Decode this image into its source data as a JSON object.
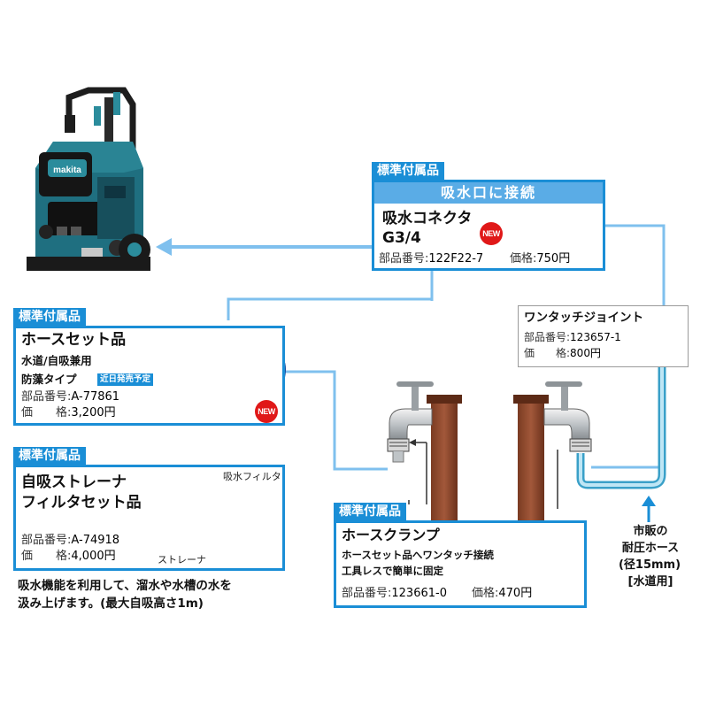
{
  "badges": {
    "standard": "標準付属品"
  },
  "connector": {
    "header": "吸水口に接続",
    "title_line1": "吸水コネクタ",
    "title_line2": "G3/4",
    "new_label": "NEW",
    "part_label": "部品番号:",
    "part_no": "122F22-7",
    "price_label": "価格:",
    "price": "750円"
  },
  "hose_set": {
    "title": "ホースセット品",
    "sub1": "水道/自吸兼用",
    "sub2": "防藻タイプ",
    "soon": "近日発売予定",
    "new_label": "NEW",
    "part_label": "部品番号:",
    "part_no": "A-77861",
    "price_label": "価　　格:",
    "price": "3,200円"
  },
  "strainer": {
    "title_line1": "自吸ストレーナ",
    "title_line2": "フィルタセット品",
    "filter_label": "吸水フィルタ",
    "strainer_label": "ストレーナ",
    "part_label": "部品番号:",
    "part_no": "A-74918",
    "price_label": "価　　格:",
    "price": "4,000円"
  },
  "note": {
    "line1": "吸水機能を利用して、溜水や水槽の水を",
    "line2": "汲み上げます。(最大自吸高さ1m)"
  },
  "joint": {
    "title": "ワンタッチジョイント",
    "part_label": "部品番号:",
    "part_no": "123657-1",
    "price_label": "価　　格:",
    "price": "800円"
  },
  "clamp": {
    "title": "ホースクランプ",
    "sub1": "ホースセット品へワンタッチ接続",
    "sub2": "工具レスで簡単に固定",
    "part_label": "部品番号:",
    "part_no": "123661-0",
    "price_label": "価格:",
    "price": "470円"
  },
  "market_hose": {
    "line1": "市販の",
    "line2": "耐圧ホース",
    "line3": "(径15mm)",
    "line4": "[水道用]"
  },
  "washer": {
    "brand": "makita"
  },
  "colors": {
    "accent": "#1a8ed6",
    "teal": "#1f6f80",
    "new": "#e01818",
    "orange": "#f07a10"
  }
}
